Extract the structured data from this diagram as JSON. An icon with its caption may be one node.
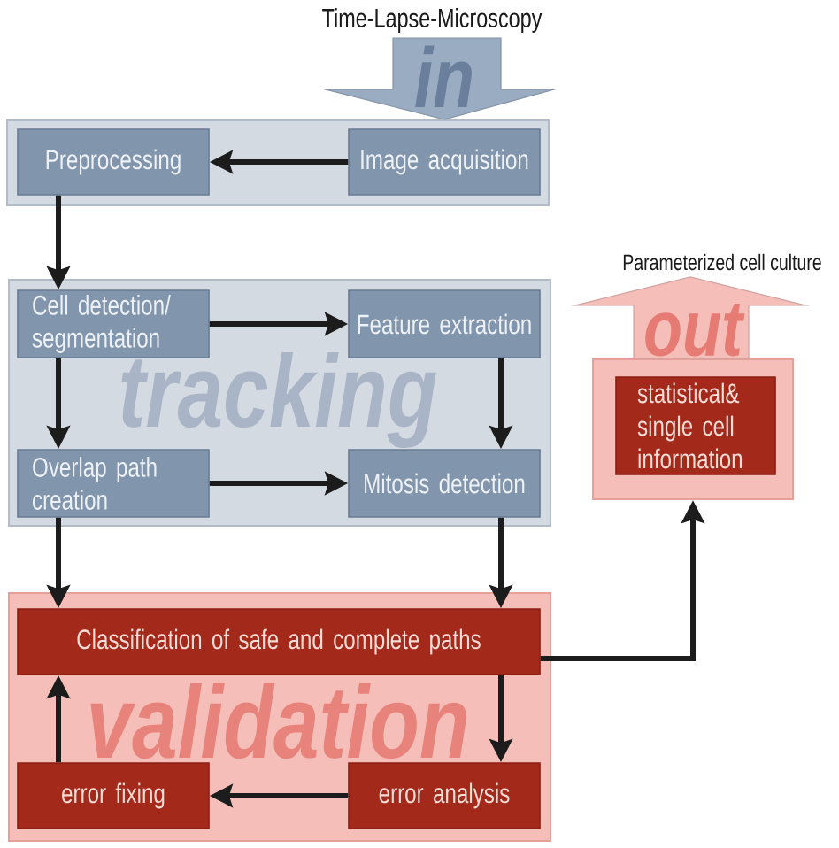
{
  "diagram": {
    "nodes": [
      {
        "text": [],
        "shape": "box"
      },
      {
        "text": [
          "Preprocessing"
        ],
        "in": 0
      },
      {
        "text": [
          "Image acquisition"
        ],
        "in": 0
      },
      {
        "text": [
          "tracking"
        ]
      },
      {
        "text": [
          "Cell detection/ segmentation"
        ],
        "in": 3
      },
      {
        "text": [
          "Feature extraction"
        ],
        "in": 3
      },
      {
        "text": [
          "Overlap path creation"
        ],
        "in": 3
      },
      {
        "text": [
          "Mitosis detection"
        ],
        "in": 3
      },
      {
        "text": [],
        "shape": "box"
      },
      {
        "text": [
          "statistical& single cell information"
        ],
        "in": 8
      },
      {
        "text": [
          "validation"
        ]
      },
      {
        "text": [
          "Classification of safe and complete paths"
        ],
        "in": 10
      },
      {
        "text": [
          "error fixing"
        ],
        "in": 10
      },
      {
        "text": [
          "error analysis"
        ],
        "in": 10
      }
    ],
    "edges": [
      {
        "from": null,
        "to": 0,
        "arrow": "to",
        "label": "in",
        "style": "thick",
        "color": "#9aacc2"
      },
      {
        "from": 2,
        "to": 1,
        "arrow": "to"
      },
      {
        "from": 1,
        "to": 4,
        "arrow": "to"
      },
      {
        "from": 4,
        "to": 5,
        "arrow": "to"
      },
      {
        "from": 4,
        "to": 6,
        "arrow": "to"
      },
      {
        "from": 5,
        "to": 7,
        "arrow": "to"
      },
      {
        "from": 6,
        "to": 7,
        "arrow": "to"
      },
      {
        "from": 6,
        "to": 11,
        "arrow": "to"
      },
      {
        "from": 7,
        "to": 11,
        "arrow": "to"
      },
      {
        "from": 11,
        "to": 8,
        "arrow": "to"
      },
      {
        "from": 11,
        "to": 13,
        "arrow": "to"
      },
      {
        "from": 13,
        "to": 12,
        "arrow": "to"
      },
      {
        "from": 12,
        "to": 11,
        "arrow": "to"
      },
      {
        "from": 8,
        "to": null,
        "arrow": "to",
        "label": "out",
        "style": "thick",
        "color": "#f5beb9"
      }
    ],
    "labels": [
      "Time-Lapse-Microscopy",
      "Parameterized cell culture"
    ]
  }
}
